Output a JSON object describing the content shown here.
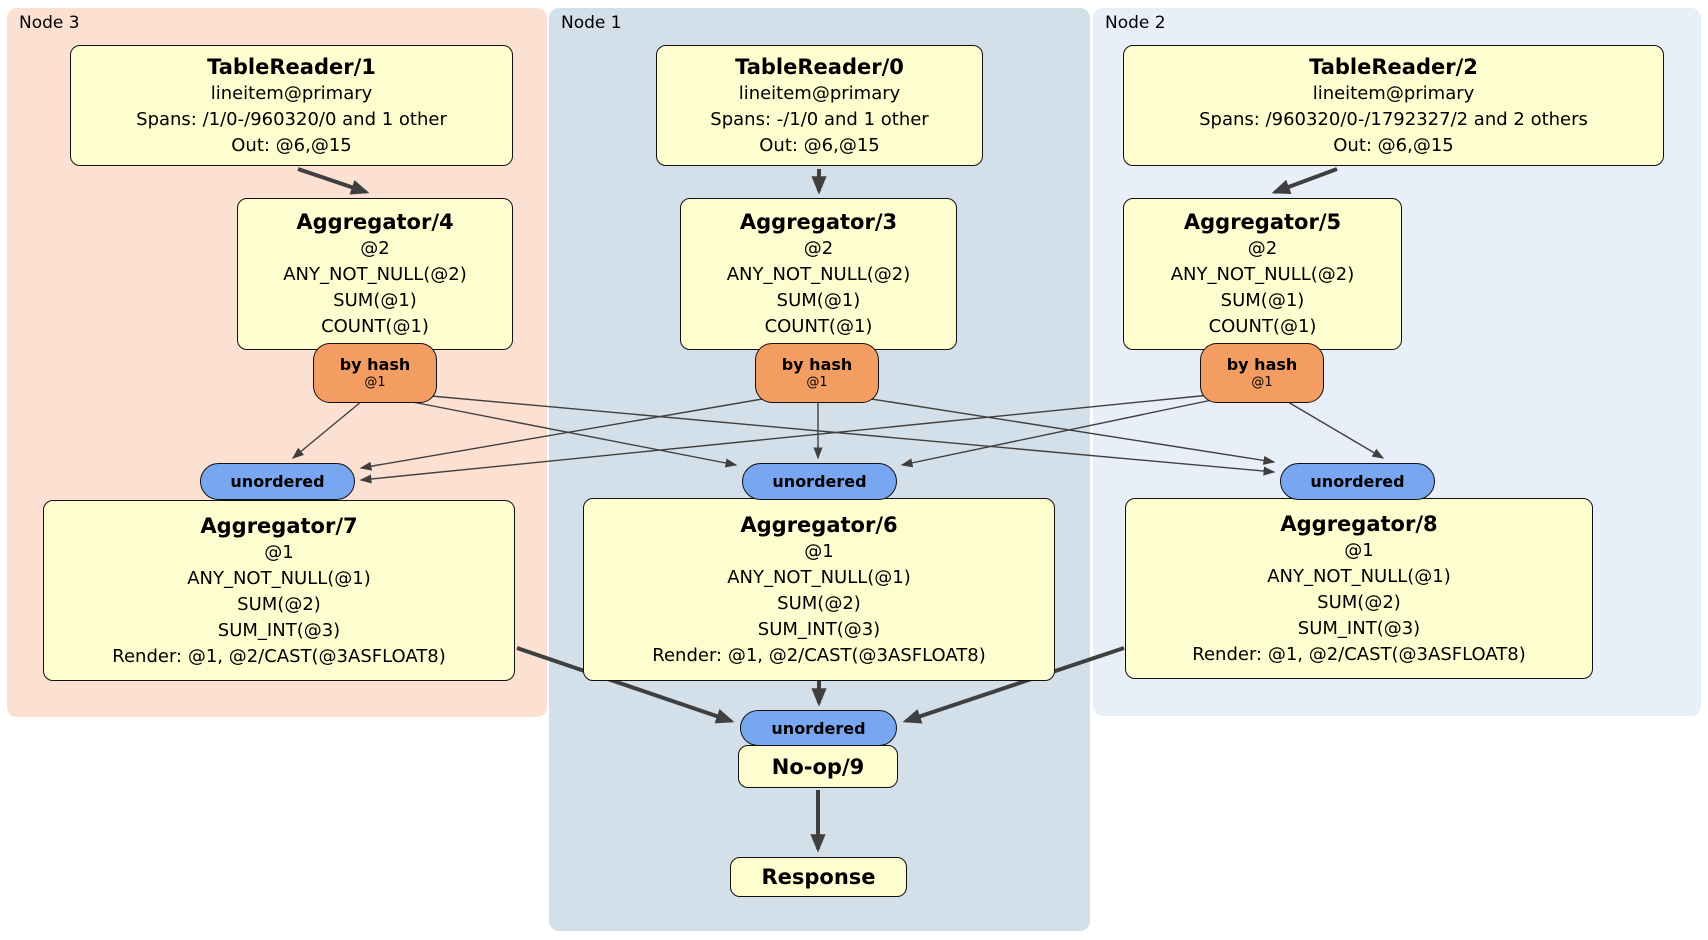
{
  "groups": [
    {
      "label": "Node 3",
      "bg": "#fce0d2"
    },
    {
      "label": "Node 1",
      "bg": "#d3e0e9"
    },
    {
      "label": "Node 2",
      "bg": "#e9eff9"
    }
  ],
  "boxes": {
    "tr1": {
      "title": "TableReader/1",
      "lines": [
        "lineitem@primary",
        "Spans: /1/0-/960320/0 and 1 other",
        "Out: @6,@15"
      ]
    },
    "tr0": {
      "title": "TableReader/0",
      "lines": [
        "lineitem@primary",
        "Spans: -/1/0 and 1 other",
        "Out: @6,@15"
      ]
    },
    "tr2": {
      "title": "TableReader/2",
      "lines": [
        "lineitem@primary",
        "Spans: /960320/0-/1792327/2 and 2 others",
        "Out: @6,@15"
      ]
    },
    "agg4": {
      "title": "Aggregator/4",
      "lines": [
        "@2",
        "ANY_NOT_NULL(@2)",
        "SUM(@1)",
        "COUNT(@1)"
      ]
    },
    "agg3": {
      "title": "Aggregator/3",
      "lines": [
        "@2",
        "ANY_NOT_NULL(@2)",
        "SUM(@1)",
        "COUNT(@1)"
      ]
    },
    "agg5": {
      "title": "Aggregator/5",
      "lines": [
        "@2",
        "ANY_NOT_NULL(@2)",
        "SUM(@1)",
        "COUNT(@1)"
      ]
    },
    "agg7": {
      "title": "Aggregator/7",
      "lines": [
        "@1",
        "ANY_NOT_NULL(@1)",
        "SUM(@2)",
        "SUM_INT(@3)",
        "Render: @1, @2/CAST(@3ASFLOAT8)"
      ]
    },
    "agg6": {
      "title": "Aggregator/6",
      "lines": [
        "@1",
        "ANY_NOT_NULL(@1)",
        "SUM(@2)",
        "SUM_INT(@3)",
        "Render: @1, @2/CAST(@3ASFLOAT8)"
      ]
    },
    "agg8": {
      "title": "Aggregator/8",
      "lines": [
        "@1",
        "ANY_NOT_NULL(@1)",
        "SUM(@2)",
        "SUM_INT(@3)",
        "Render: @1, @2/CAST(@3ASFLOAT8)"
      ]
    },
    "noop": {
      "title": "No-op/9"
    },
    "response": {
      "title": "Response"
    }
  },
  "routers": {
    "label": "by hash",
    "sub": "@1"
  },
  "syncs": {
    "label": "unordered"
  },
  "colors": {
    "node3_bg": "#fce0d2",
    "node1_bg": "#d3e0e9",
    "node2_bg": "#e9eff9",
    "processor_fill": "#fdfdcf",
    "router_fill": "#f49d63",
    "sync_fill": "#78a6f1",
    "border": "#111111",
    "edge": "#3f3f3f"
  }
}
